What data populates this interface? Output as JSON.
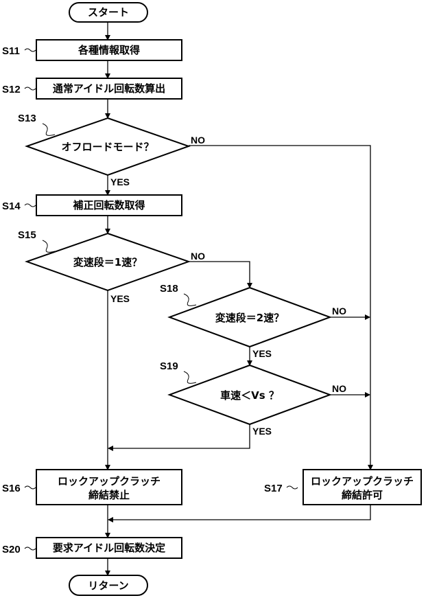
{
  "nodes": {
    "start": "スタート",
    "s11": "各種情報取得",
    "s12": "通常アイドル回転数算出",
    "s13": "オフロードモード？",
    "s14": "補正回転数取得",
    "s15": "変速段＝1速？",
    "s18": "変速段＝2速？",
    "s19": "車速＜Vs ？",
    "s16_line1": "ロックアップクラッチ",
    "s16_line2": "締結禁止",
    "s17_line1": "ロックアップクラッチ",
    "s17_line2": "締結許可",
    "s20": "要求アイドル回転数決定",
    "end": "リターン"
  },
  "steps": {
    "s11": "S11",
    "s12": "S12",
    "s13": "S13",
    "s14": "S14",
    "s15": "S15",
    "s16": "S16",
    "s17": "S17",
    "s18": "S18",
    "s19": "S19",
    "s20": "S20"
  },
  "branch_labels": {
    "yes": "YES",
    "no": "NO"
  }
}
